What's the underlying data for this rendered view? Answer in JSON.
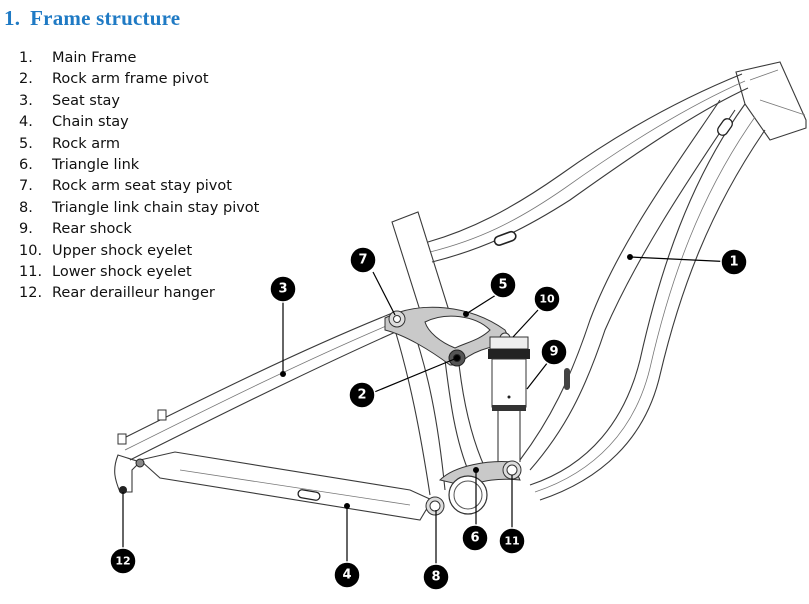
{
  "section": {
    "number": "1.",
    "title": "Frame structure",
    "color": "#1f7ac4"
  },
  "parts": [
    {
      "num": "1.",
      "label": "Main Frame"
    },
    {
      "num": "2.",
      "label": "Rock arm frame pivot"
    },
    {
      "num": "3.",
      "label": "Seat stay"
    },
    {
      "num": "4.",
      "label": "Chain stay"
    },
    {
      "num": "5.",
      "label": "Rock arm"
    },
    {
      "num": "6.",
      "label": "Triangle link"
    },
    {
      "num": "7.",
      "label": "Rock arm seat stay pivot"
    },
    {
      "num": "8.",
      "label": "Triangle link chain stay pivot"
    },
    {
      "num": "9.",
      "label": "Rear shock"
    },
    {
      "num": "10.",
      "label": "Upper shock eyelet"
    },
    {
      "num": "11.",
      "label": "Lower shock eyelet"
    },
    {
      "num": "12.",
      "label": "Rear derailleur hanger"
    }
  ],
  "callouts": [
    "1",
    "2",
    "3",
    "4",
    "5",
    "6",
    "7",
    "8",
    "9",
    "10",
    "11",
    "12"
  ]
}
